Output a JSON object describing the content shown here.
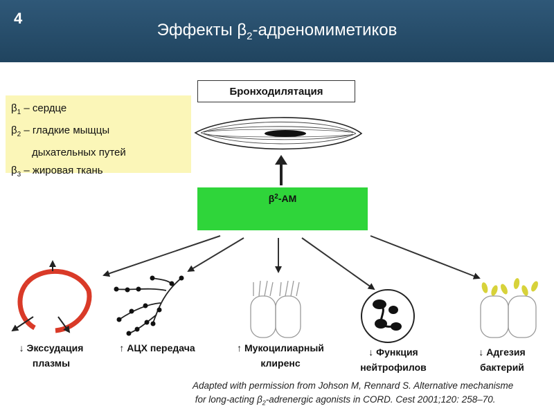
{
  "slide_number": "4",
  "title": {
    "prefix": "Эффекты β",
    "sub": "2",
    "suffix": "-адреномиметиков"
  },
  "main_effect": "Бронходилятация",
  "legend": [
    {
      "symbol": "β",
      "sub": "1",
      "text": " – сердце"
    },
    {
      "symbol": "β",
      "sub": "2",
      "text": " – гладкие мыщцы"
    },
    {
      "continuation": "дыхательных путей"
    },
    {
      "symbol": "β",
      "sub": "3",
      "text": " – жировая ткань"
    }
  ],
  "agent": {
    "prefix": "β",
    "sub": "2",
    "suffix": "-АМ"
  },
  "effects": [
    {
      "line1": "↓ Экссудация",
      "line2": "плазмы"
    },
    {
      "line1": "↑ АЦХ  передача",
      "line2": ""
    },
    {
      "line1": "↑ Мукоцилиарный",
      "line2": "клиренс"
    },
    {
      "line1": "↓ Функция",
      "line2": "нейтрофилов"
    },
    {
      "line1": "↓ Адгезия",
      "line2": "бактерий"
    }
  ],
  "citation": {
    "line1": "Adapted with permission from Johson M, Rennard S. Alternative mechanisme",
    "line2_prefix": "for long-acting β",
    "line2_sub": "2",
    "line2_suffix": "-adrenergic agonists in CORD. Cest 2001;120: 258–70."
  }
}
